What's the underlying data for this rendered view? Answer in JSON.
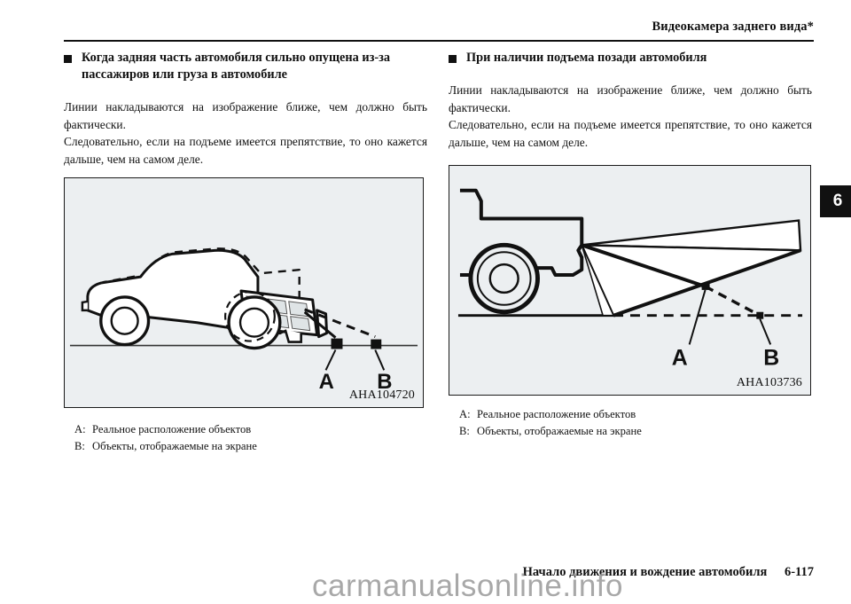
{
  "header": {
    "title": "Видеокамера заднего вида*"
  },
  "chapter_tab": {
    "number": "6"
  },
  "left_column": {
    "heading": "Когда задняя часть автомобиля сильно опущена из-за пассажиров или груза в автомобиле",
    "paragraph_1": "Линии накладываются на изображение ближе, чем должно быть фактически.",
    "paragraph_2": "Следовательно, если на подъеме имеется препятствие, то оно кажется дальше, чем на самом деле.",
    "figure": {
      "code": "AHA104720",
      "label_a": "A",
      "label_b": "B"
    },
    "legend": [
      {
        "key": "A:",
        "value": "Реальное расположение объектов"
      },
      {
        "key": "B:",
        "value": "Объекты, отображаемые на экране"
      }
    ]
  },
  "right_column": {
    "heading": "При наличии подъема позади автомобиля",
    "paragraph_1": "Линии накладываются на изображение ближе, чем должно быть фактически.",
    "paragraph_2": "Следовательно, если на подъеме имеется препятствие, то оно кажется дальше, чем на самом деле.",
    "figure": {
      "code": "AHA103736",
      "label_a": "A",
      "label_b": "B"
    },
    "legend": [
      {
        "key": "A:",
        "value": "Реальное расположение объектов"
      },
      {
        "key": "B:",
        "value": "Объекты, отображаемые на экране"
      }
    ]
  },
  "footer": {
    "section": "Начало движения и вождение автомобиля",
    "page_number": "6-117"
  },
  "watermark": {
    "text": "carmanualsonline.info"
  },
  "colors": {
    "ink": "#111111",
    "figure_background": "#eceff1",
    "figure_border": "#1a1a1a",
    "tab_background": "#111111",
    "watermark": "#9a9a9a"
  }
}
